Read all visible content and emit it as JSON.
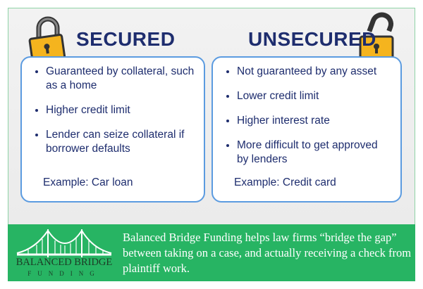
{
  "secured": {
    "title": "SECURED",
    "items": [
      "Guaranteed by collateral, such as a home",
      "Higher credit limit",
      "Lender can seize collateral if borrower defaults"
    ],
    "example": "Example: Car loan"
  },
  "unsecured": {
    "title": "UNSECURED",
    "items": [
      "Not guaranteed by any asset",
      "Lower credit limit",
      "Higher interest rate",
      "More difficult to get approved by lenders"
    ],
    "example": "Example: Credit card"
  },
  "footer": {
    "logo_name": "BALANCED BRIDGE",
    "logo_sub": "FUNDING",
    "blurb": "Balanced Bridge Funding helps law firms “bridge the gap” between taking on a case, and actually receiving a check from plaintiff work."
  },
  "colors": {
    "title": "#1e2d6e",
    "card_border": "#5b9be0",
    "band": "#27b463",
    "lock": "#f5b41e"
  }
}
